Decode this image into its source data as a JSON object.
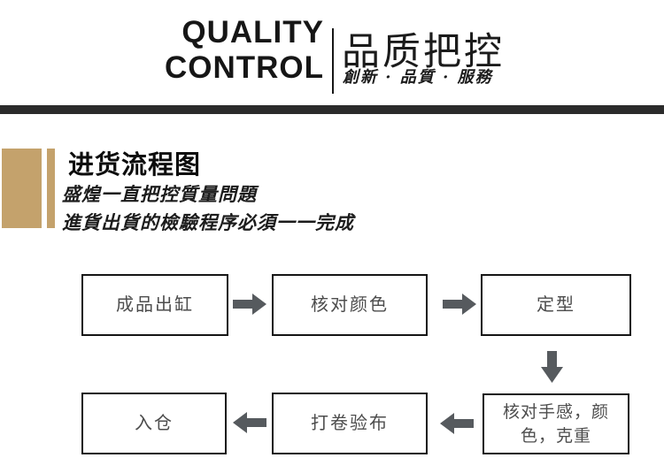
{
  "colors": {
    "accent_tan": "#c4a26c",
    "divider_dark": "#2b2b2b",
    "arrow_gray": "#565a5e",
    "box_border": "#151515",
    "box_text": "#4d4d4d"
  },
  "header": {
    "logo_line1": "QUALITY",
    "logo_line2": "CONTROL",
    "brand_cn": "品质把控",
    "slogan_cn": "創新 · 品質 · 服務"
  },
  "section": {
    "title": "进货流程图",
    "note_line1": "盛煌一直把控質量問題",
    "note_line2": "進貨出貨的檢驗程序必須一一完成"
  },
  "flow": {
    "steps": [
      {
        "label": "成品出缸"
      },
      {
        "label": "核对颜色"
      },
      {
        "label": "定型"
      },
      {
        "label": "核对手感，颜色，克重"
      },
      {
        "label": "打卷验布"
      },
      {
        "label": "入仓"
      }
    ]
  }
}
